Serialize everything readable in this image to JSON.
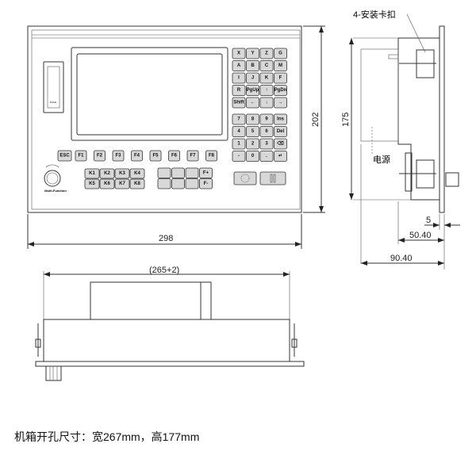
{
  "front_view": {
    "alpha_keys": [
      [
        "X",
        "Y",
        "Z",
        "G"
      ],
      [
        "A",
        "B",
        "C",
        "M"
      ],
      [
        "I",
        "J",
        "K",
        "F"
      ],
      [
        "R",
        "PgUp",
        "↑",
        "PgDn"
      ],
      [
        "Shift",
        "←",
        "↓",
        "→"
      ]
    ],
    "num_keys": [
      [
        "7",
        "8",
        "9",
        "Ins"
      ],
      [
        "4",
        "5",
        "6",
        "Del"
      ],
      [
        "1",
        "2",
        "3",
        "⌫"
      ],
      [
        "-",
        "0",
        ".",
        "↵"
      ]
    ],
    "f_keys": [
      "ESC",
      "F1",
      "F2",
      "F3",
      "F4",
      "F5",
      "F6",
      "F7",
      "F8"
    ],
    "k_keys": [
      [
        "K1",
        "K2",
        "K3",
        "K4"
      ],
      [
        "K5",
        "K6",
        "K7",
        "K8"
      ]
    ],
    "func_keys": [
      [
        "",
        "",
        "",
        "F+"
      ],
      [
        "",
        "",
        "",
        "F-"
      ]
    ],
    "knob_label": "Multi-Function",
    "usb_label": "PUSH",
    "width_dim": "298",
    "height_dim": "202"
  },
  "side_view": {
    "clip_label": "4-安装卡扣",
    "power_label": "电源",
    "height_dim": "175",
    "dim_5": "5",
    "dim_50": "50.40",
    "dim_90": "90.40"
  },
  "bottom_view": {
    "width_dim": "(265+2)"
  },
  "caption": "机箱开孔尺寸：宽267mm，高177mm"
}
